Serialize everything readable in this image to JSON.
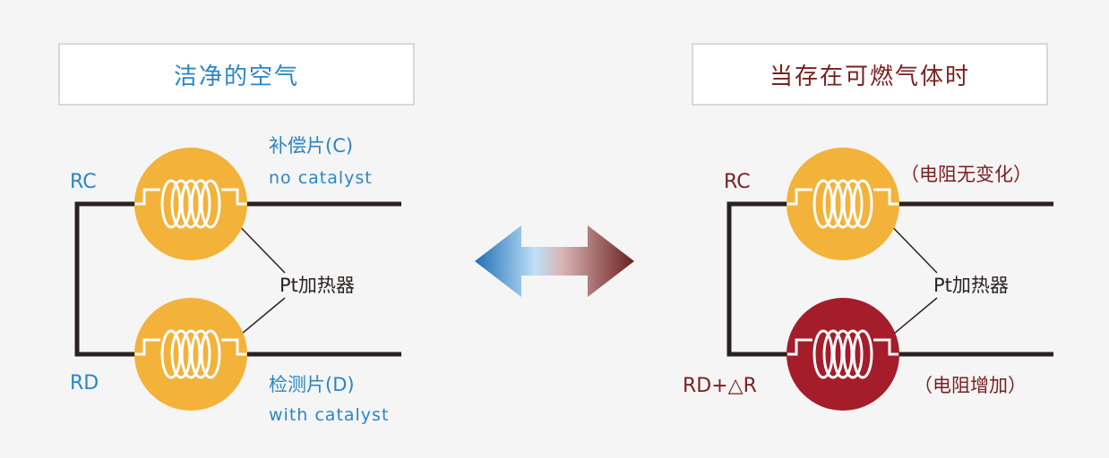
{
  "left": {
    "title": "洁净的空气",
    "rc": "RC",
    "rd": "RD",
    "compensator_cn": "补偿片(C)",
    "compensator_en": "no catalyst",
    "detector_cn": "检测片(D)",
    "detector_en": "with catalyst",
    "heater": "Pt加热器"
  },
  "right": {
    "title": "当存在可燃气体时",
    "rc": "RC",
    "rd": "RD+△R",
    "no_change": "（电阻无变化）",
    "increase": "（电阻增加）",
    "heater": "Pt加热器"
  },
  "colors": {
    "blue": "#2a86c4",
    "dark_red": "#7a1f1f",
    "orange": "#f3b239",
    "crimson": "#a51c2a",
    "wire": "#2a2220"
  }
}
